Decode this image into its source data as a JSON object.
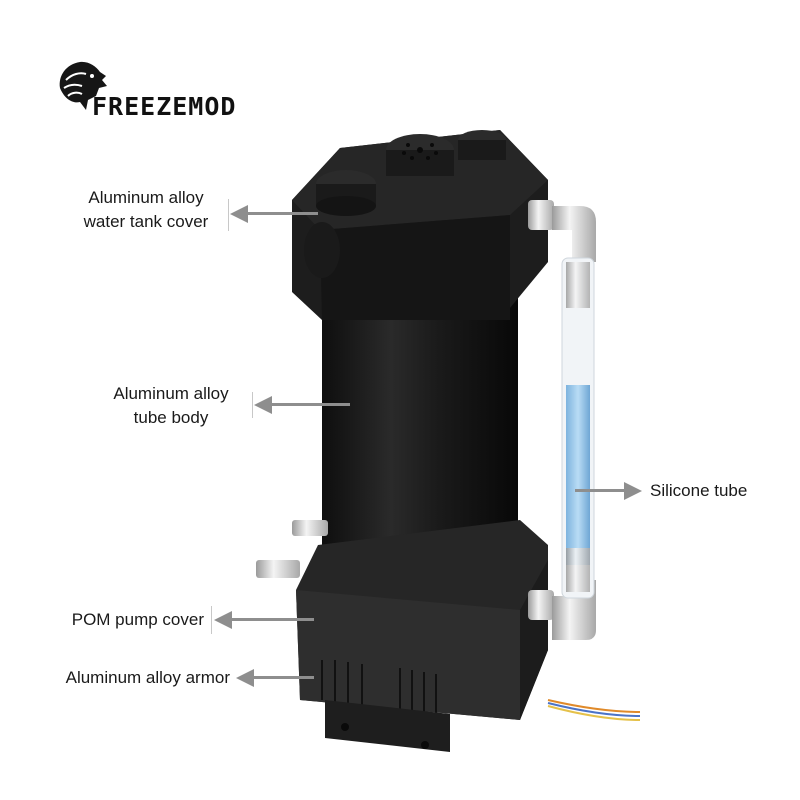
{
  "brand": {
    "name": "FREEZEMOD",
    "logo_icon": "wolf-head-icon"
  },
  "product": {
    "type": "water cooling reservoir pump",
    "colors": {
      "body": "#1c1c1c",
      "fittings": "#d8d8d8",
      "coolant": "#8ec3ea",
      "arrow": "#8e8e8e",
      "text": "#1a1a1a"
    }
  },
  "callouts": [
    {
      "label_line1": "Aluminum alloy",
      "label_line2": "water tank cover",
      "side": "left"
    },
    {
      "label_line1": "Aluminum alloy",
      "label_line2": "tube body",
      "side": "left"
    },
    {
      "label_line1": "Silicone tube",
      "label_line2": "",
      "side": "right"
    },
    {
      "label_line1": "POM pump cover",
      "label_line2": "",
      "side": "left"
    },
    {
      "label_line1": "Aluminum alloy armor",
      "label_line2": "",
      "side": "left"
    }
  ]
}
